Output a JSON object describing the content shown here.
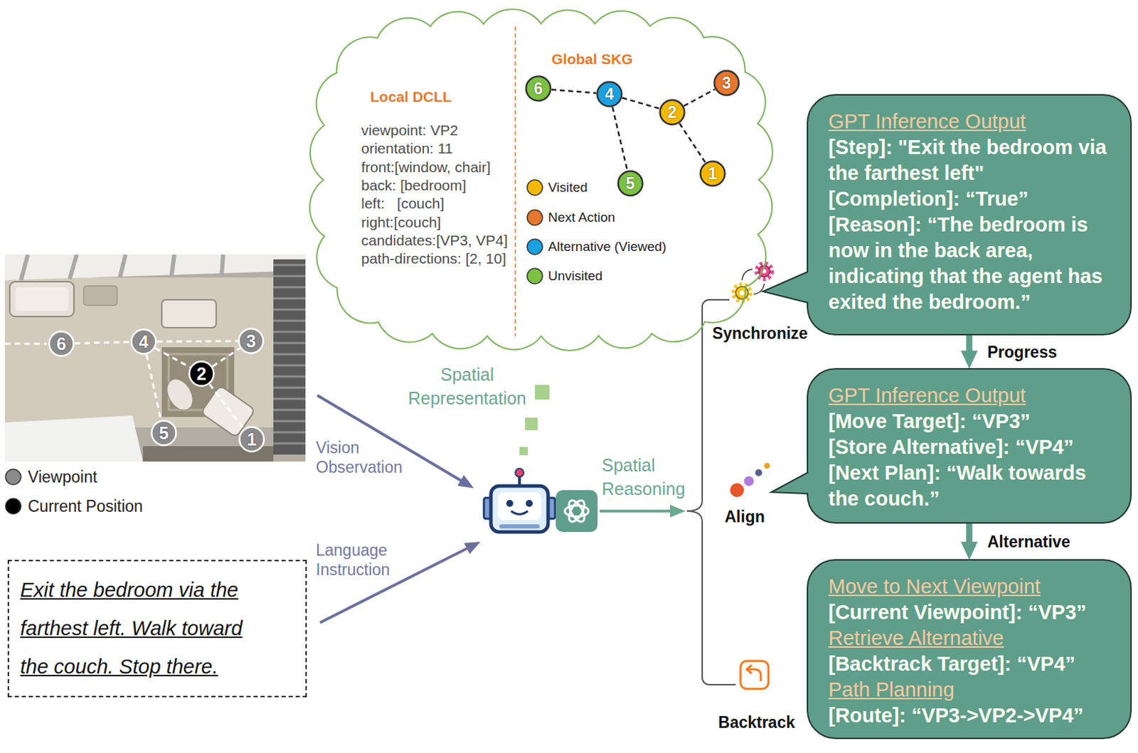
{
  "diagram": {
    "nodes": [
      {
        "text": [
          "Local DCLL",
          "viewpoint: VP2",
          "orientation: 11",
          "front:[window, chair]",
          "back: [bedroom]",
          "left:   [couch]",
          "right:[couch]",
          "candidates:[VP3, VP4]",
          "path-directions: [2, 10]",
          "Global SKG"
        ]
      },
      {
        "text": [
          "6"
        ],
        "in": 0
      },
      {
        "text": [
          "4"
        ],
        "in": 0
      },
      {
        "text": [
          "3"
        ],
        "in": 0
      },
      {
        "text": [
          "2"
        ],
        "in": 0
      },
      {
        "text": [
          "1"
        ],
        "in": 0
      },
      {
        "text": [
          "5"
        ],
        "in": 0
      },
      {
        "text": [
          "6"
        ]
      },
      {
        "text": [
          "4"
        ]
      },
      {
        "text": [
          "3"
        ]
      },
      {
        "text": [
          "2"
        ]
      },
      {
        "text": [
          "5"
        ]
      },
      {
        "text": [
          "1"
        ]
      },
      {
        "text": [
          "Exit the bedroom via the farthest left. Walk toward the couch. Stop there."
        ]
      },
      {
        "text": [
          "GPT Inference Output",
          "[Step]: \"Exit the bedroom via the farthest left\"",
          "[Completion]: “True”",
          "[Reason]: “The bedroom is now in the back area, indicating that the agent has exited the bedroom.”"
        ]
      },
      {
        "text": [
          "GPT Inference Output",
          "[Move Target]: “VP3”",
          "[Store Alternative]: “VP4”",
          "[Next Plan]: “Walk towards the couch.”"
        ]
      },
      {
        "text": [
          "Move to Next Viewpoint",
          "[Current Viewpoint]: “VP3”",
          "Retrieve Alternative",
          "[Backtrack Target]: “VP4”",
          "Path Planning",
          "[Route]: “VP3->VP2->VP4”"
        ]
      }
    ],
    "edges": [
      {
        "from": 1,
        "to": 2,
        "arrow": "none"
      },
      {
        "from": 2,
        "to": 4,
        "arrow": "none"
      },
      {
        "from": 4,
        "to": 3,
        "arrow": "none"
      },
      {
        "from": 4,
        "to": 5,
        "arrow": "none"
      },
      {
        "from": 2,
        "to": 6,
        "arrow": "none"
      },
      {
        "from": 7,
        "to": 8,
        "arrow": "none"
      },
      {
        "from": 8,
        "to": 9,
        "arrow": "none"
      },
      {
        "from": 8,
        "to": 10,
        "arrow": "none"
      },
      {
        "from": 10,
        "to": 9,
        "arrow": "none"
      },
      {
        "from": 8,
        "to": 11,
        "arrow": "none"
      },
      {
        "from": 10,
        "to": 12,
        "arrow": "none"
      },
      {
        "from": 14,
        "to": 15,
        "label": "Progress",
        "arrow": "to"
      },
      {
        "from": 15,
        "to": 16,
        "label": "Alternative",
        "arrow": "to"
      }
    ],
    "labels": [
      "Vision Observation",
      "Language Instruction",
      "Spatial Representation",
      "Spatial Reasoning",
      "Synchronize",
      "Align",
      "Backtrack"
    ],
    "legend": [
      {
        "text": "Visited",
        "color": "#f5b800"
      },
      {
        "text": "Next Action",
        "color": "#e8762d"
      },
      {
        "text": "Alternative (Viewed)",
        "color": "#1ba1e2"
      },
      {
        "text": "Unvisited",
        "color": "#7cc242"
      },
      {
        "text": "Viewpoint",
        "color": "#8a8a8a"
      },
      {
        "text": "Current Position",
        "color": "#000000"
      }
    ]
  }
}
